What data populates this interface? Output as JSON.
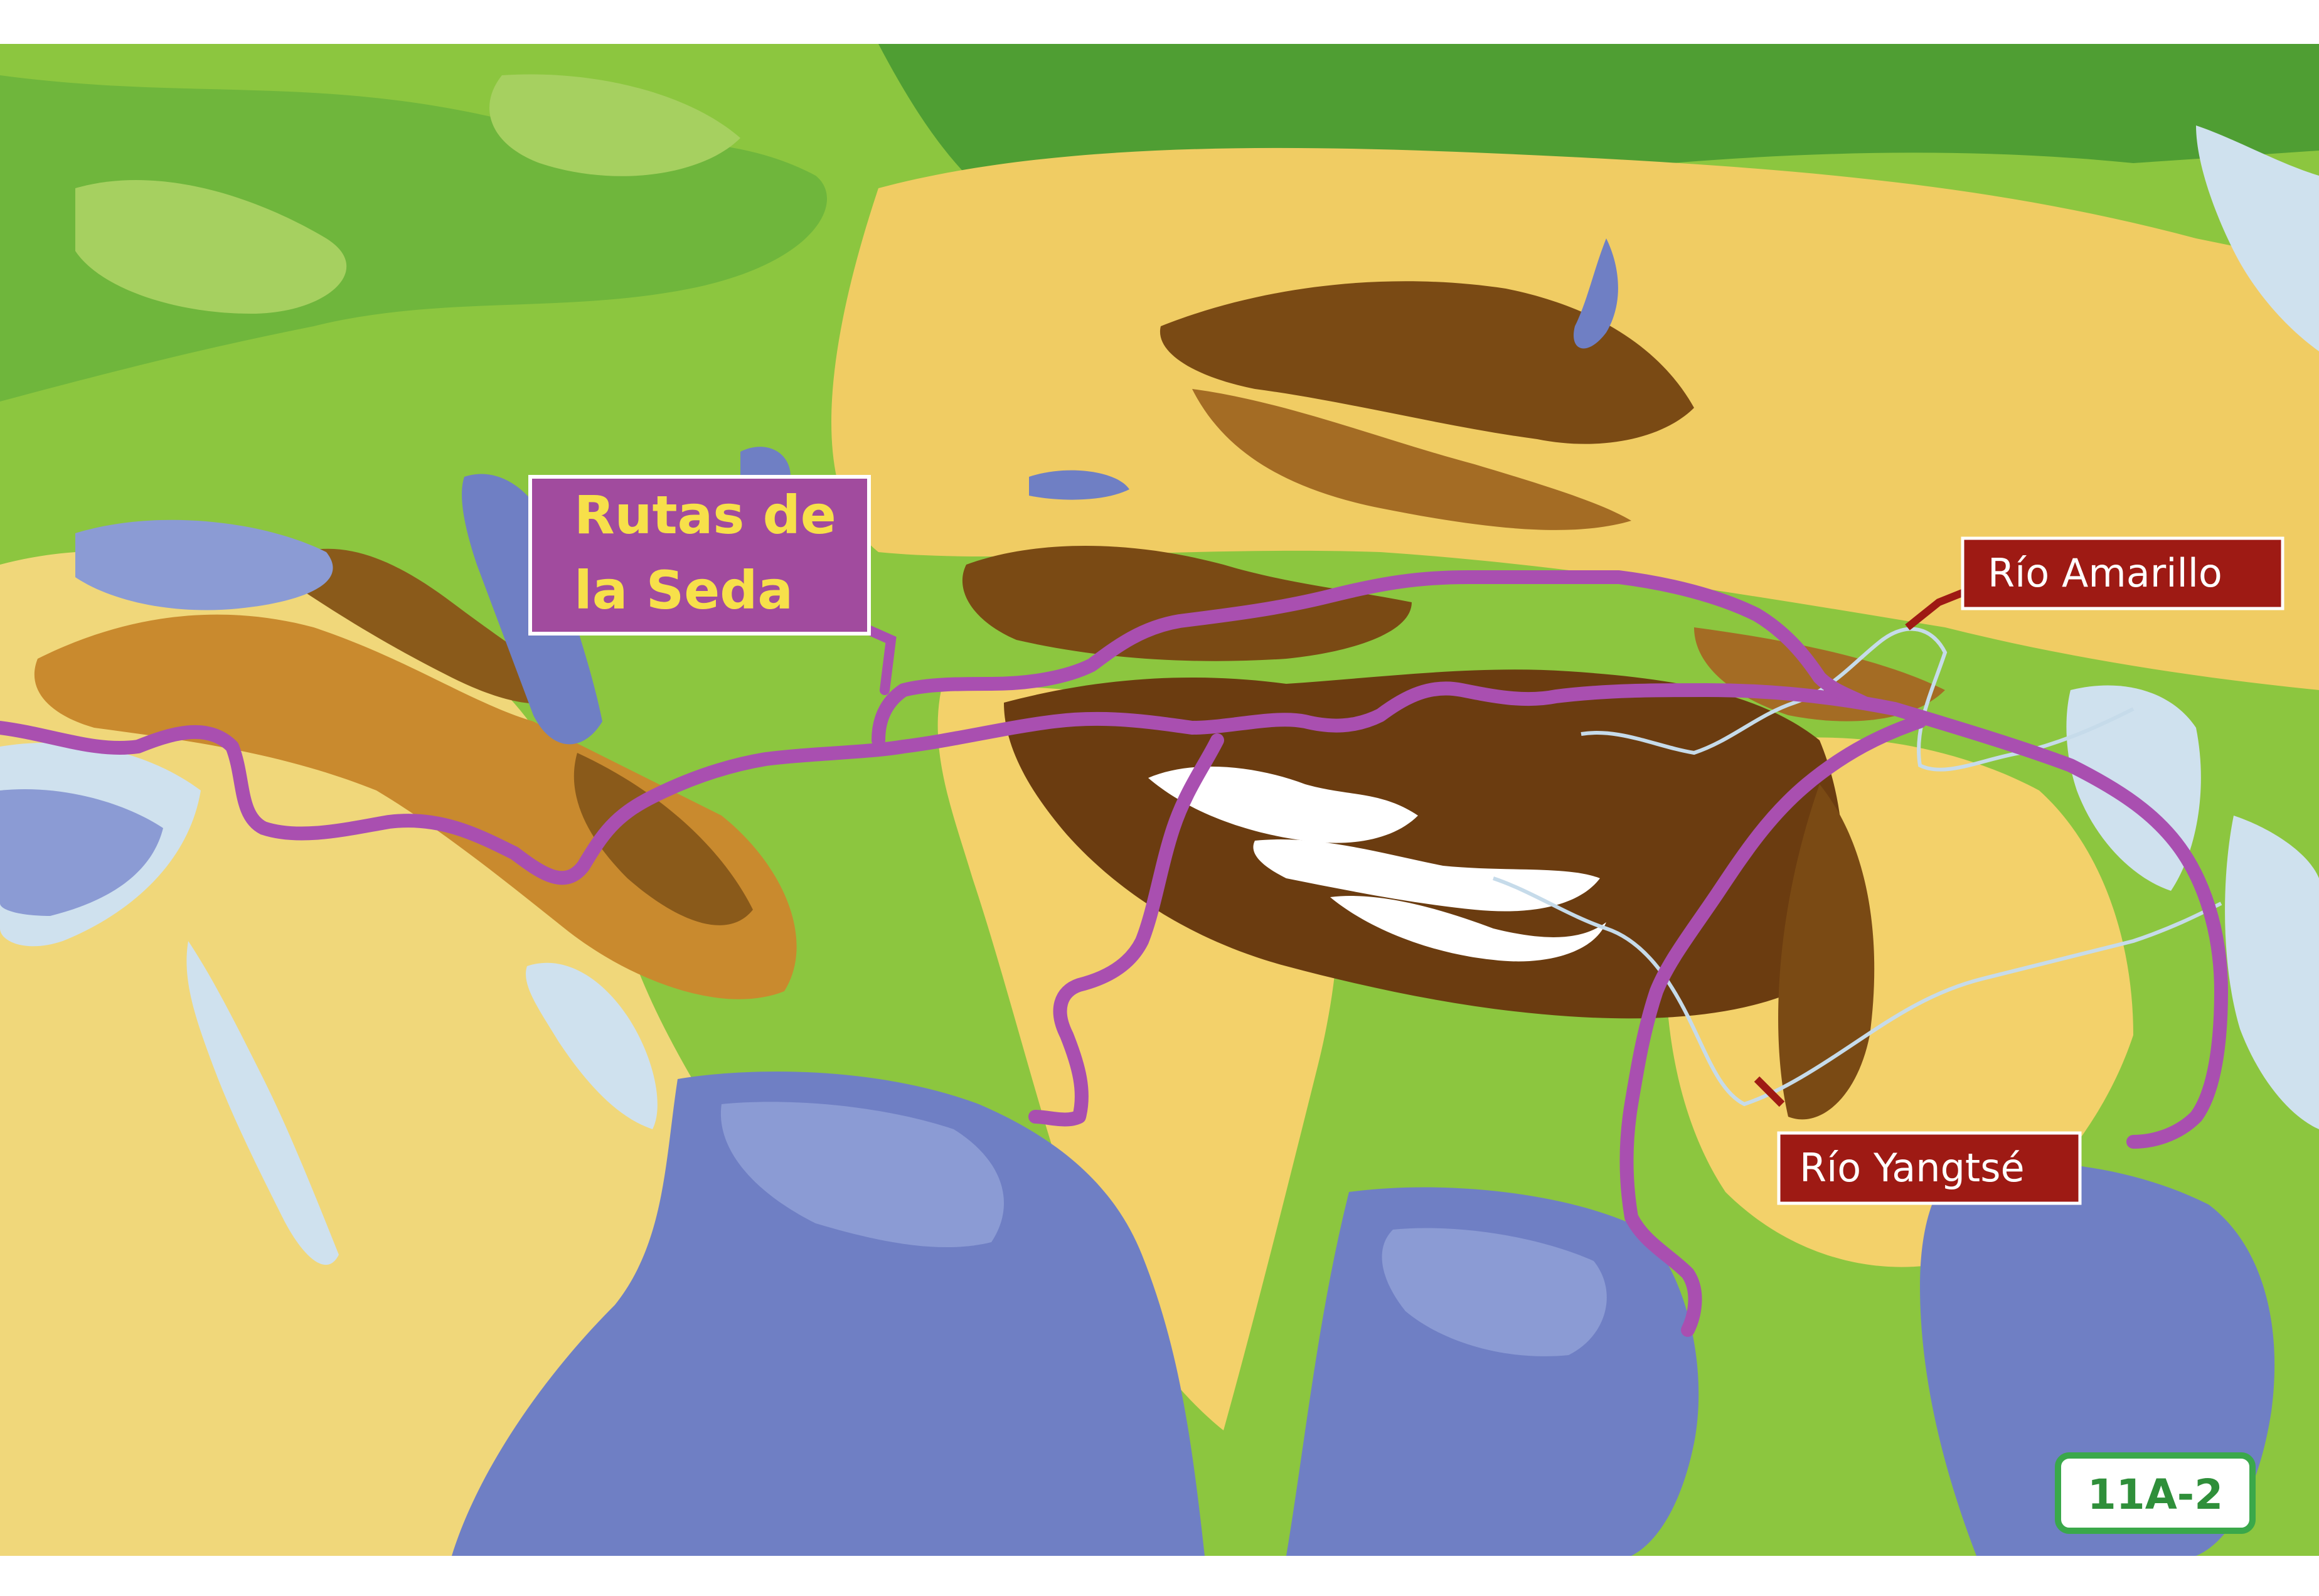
{
  "map": {
    "labels": {
      "silk_road_line1": "Rutas de",
      "silk_road_line2": "la Seda",
      "yellow_river": "Río Amarillo",
      "yangtze_river": "Río Yangtsé",
      "badge": "11A-2"
    },
    "colors": {
      "route": "#a94fb0",
      "silk_label_bg": "#a14b9e",
      "silk_label_text": "#f7e04a",
      "river_label_bg": "#9e1a14",
      "river_label_text": "#ffffff",
      "badge_border": "#3aa84a",
      "badge_text": "#2f8f3a",
      "ocean": "#6f7fc4",
      "shelf": "#c6dbea",
      "lowland": "#5fae3a",
      "plain": "#a6cf48",
      "plateau": "#e6b94a",
      "mountain": "#7a4a14",
      "highest": "#ffffff"
    }
  }
}
